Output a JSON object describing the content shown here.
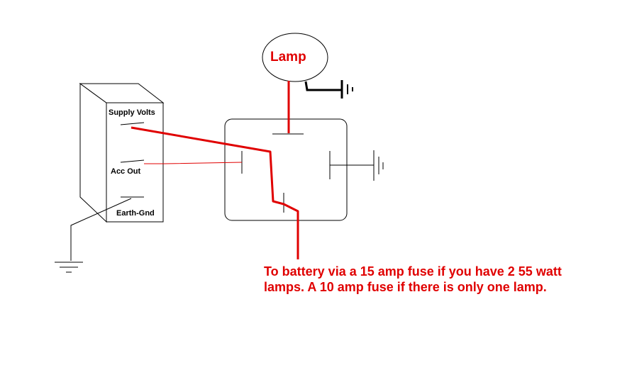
{
  "labels": {
    "lamp": "Lamp",
    "supply_volts": "Supply Volts",
    "acc_out": "Acc Out",
    "earth_gnd": "Earth-Gnd"
  },
  "note": "To battery via a 15 amp fuse if you have 2 55 watt lamps.  A 10 amp fuse if there is only one lamp.",
  "colors": {
    "wire_red": "#e00000",
    "wire_black": "#000000"
  }
}
